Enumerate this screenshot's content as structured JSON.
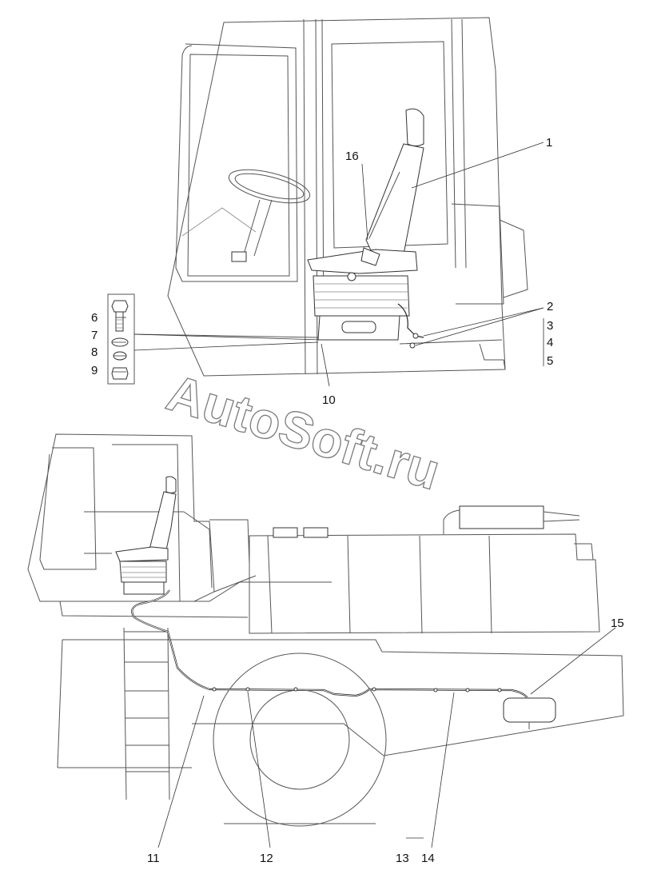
{
  "callouts": {
    "c1": "1",
    "c2": "2",
    "c3": "3",
    "c4": "4",
    "c5": "5",
    "c6": "6",
    "c7": "7",
    "c8": "8",
    "c9": "9",
    "c10": "10",
    "c11": "11",
    "c12": "12",
    "c13": "13",
    "c14": "14",
    "c15": "15",
    "c16": "16"
  },
  "watermark": "AutoSoft.ru"
}
